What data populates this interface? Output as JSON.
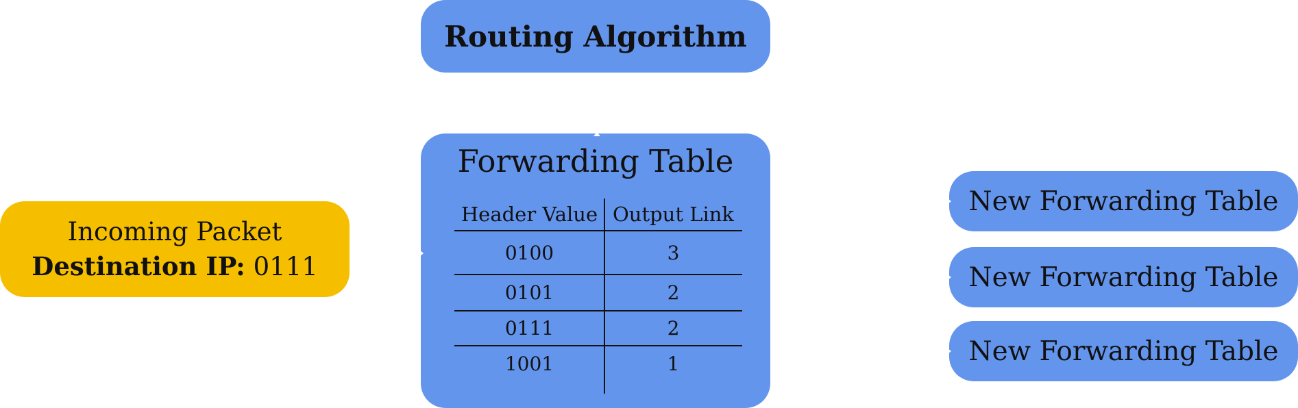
{
  "routing": {
    "label": "Routing Algorithm"
  },
  "packet": {
    "line1": "Incoming Packet",
    "dest_label": "Destination IP:",
    "dest_value": "0111"
  },
  "forwarding": {
    "title": "Forwarding Table",
    "headers": [
      "Header Value",
      "Output Link"
    ],
    "rows": [
      [
        "0100",
        "3"
      ],
      [
        "0101",
        "2"
      ],
      [
        "0111",
        "2"
      ],
      [
        "1001",
        "1"
      ]
    ]
  },
  "new_tables": [
    "New Forwarding Table",
    "New Forwarding Table",
    "New Forwarding Table"
  ],
  "colors": {
    "box_blue": "#6495ED",
    "packet_yellow": "#F5BF00"
  }
}
